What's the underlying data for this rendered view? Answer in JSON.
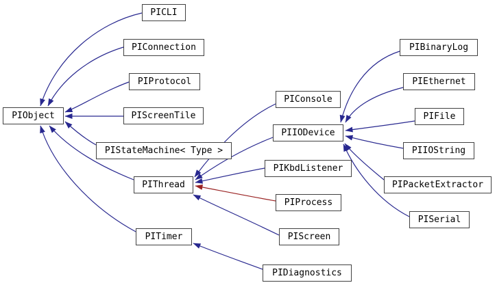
{
  "diagram": {
    "kind": "class-inheritance-graph",
    "nodes": [
      {
        "id": "PICLI",
        "label": "PICLI"
      },
      {
        "id": "PIConnection",
        "label": "PIConnection"
      },
      {
        "id": "PIProtocol",
        "label": "PIProtocol"
      },
      {
        "id": "PIScreenTile",
        "label": "PIScreenTile"
      },
      {
        "id": "PIStateMachine",
        "label": "PIStateMachine< Type >"
      },
      {
        "id": "PIObject",
        "label": "PIObject"
      },
      {
        "id": "PIThread",
        "label": "PIThread"
      },
      {
        "id": "PITimer",
        "label": "PITimer"
      },
      {
        "id": "PIConsole",
        "label": "PIConsole"
      },
      {
        "id": "PIIODevice",
        "label": "PIIODevice"
      },
      {
        "id": "PIKbdListener",
        "label": "PIKbdListener"
      },
      {
        "id": "PIProcess",
        "label": "PIProcess"
      },
      {
        "id": "PIScreen",
        "label": "PIScreen"
      },
      {
        "id": "PIDiagnostics",
        "label": "PIDiagnostics"
      },
      {
        "id": "PIBinaryLog",
        "label": "PIBinaryLog"
      },
      {
        "id": "PIEthernet",
        "label": "PIEthernet"
      },
      {
        "id": "PIFile",
        "label": "PIFile"
      },
      {
        "id": "PIIOString",
        "label": "PIIOString"
      },
      {
        "id": "PIPacketExtractor",
        "label": "PIPacketExtractor"
      },
      {
        "id": "PISerial",
        "label": "PISerial"
      }
    ],
    "edges": [
      {
        "from": "PICLI",
        "to": "PIObject",
        "relation": "public"
      },
      {
        "from": "PIConnection",
        "to": "PIObject",
        "relation": "public"
      },
      {
        "from": "PIProtocol",
        "to": "PIObject",
        "relation": "public"
      },
      {
        "from": "PIScreenTile",
        "to": "PIObject",
        "relation": "public"
      },
      {
        "from": "PIStateMachine< Type >",
        "to": "PIObject",
        "relation": "public"
      },
      {
        "from": "PIThread",
        "to": "PIObject",
        "relation": "public"
      },
      {
        "from": "PITimer",
        "to": "PIObject",
        "relation": "public"
      },
      {
        "from": "PIConsole",
        "to": "PIThread",
        "relation": "public"
      },
      {
        "from": "PIIODevice",
        "to": "PIThread",
        "relation": "public"
      },
      {
        "from": "PIKbdListener",
        "to": "PIThread",
        "relation": "public"
      },
      {
        "from": "PIProcess",
        "to": "PIThread",
        "relation": "protected"
      },
      {
        "from": "PIScreen",
        "to": "PIThread",
        "relation": "public"
      },
      {
        "from": "PIBinaryLog",
        "to": "PIIODevice",
        "relation": "public"
      },
      {
        "from": "PIEthernet",
        "to": "PIIODevice",
        "relation": "public"
      },
      {
        "from": "PIFile",
        "to": "PIIODevice",
        "relation": "public"
      },
      {
        "from": "PIIOString",
        "to": "PIIODevice",
        "relation": "public"
      },
      {
        "from": "PIPacketExtractor",
        "to": "PIIODevice",
        "relation": "public"
      },
      {
        "from": "PISerial",
        "to": "PIIODevice",
        "relation": "public"
      },
      {
        "from": "PIDiagnostics",
        "to": "PITimer",
        "relation": "public"
      }
    ]
  },
  "colors": {
    "edge_public": "#28288f",
    "edge_protected": "#9a2323",
    "node_border": "#404040",
    "node_background": "#ffffff",
    "node_text": "#000000",
    "page_background": "#ffffff"
  }
}
